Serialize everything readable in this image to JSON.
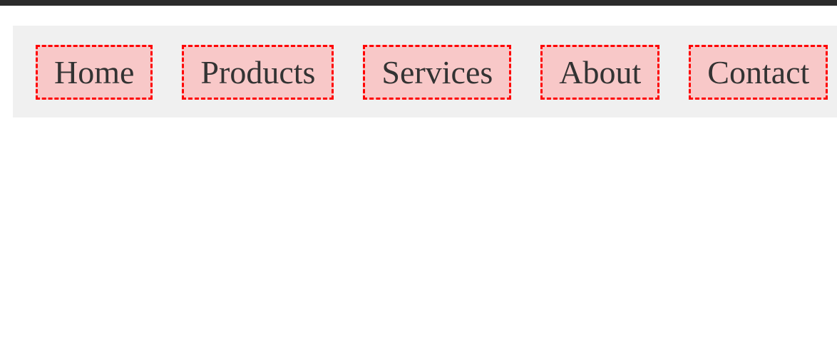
{
  "window": {
    "top_strip_color": "#2b2b2b",
    "page_background": "#ffffff"
  },
  "nav": {
    "background_color": "#f0f0f0",
    "highlight_fill": "#f8c8c8",
    "highlight_border_color": "#ff0000",
    "text_color": "#333333",
    "items": [
      {
        "label": "Home",
        "name": "nav-link-home"
      },
      {
        "label": "Products",
        "name": "nav-link-products"
      },
      {
        "label": "Services",
        "name": "nav-link-services"
      },
      {
        "label": "About",
        "name": "nav-link-about"
      },
      {
        "label": "Contact",
        "name": "nav-link-contact"
      }
    ]
  },
  "content": {
    "body_text": ""
  }
}
